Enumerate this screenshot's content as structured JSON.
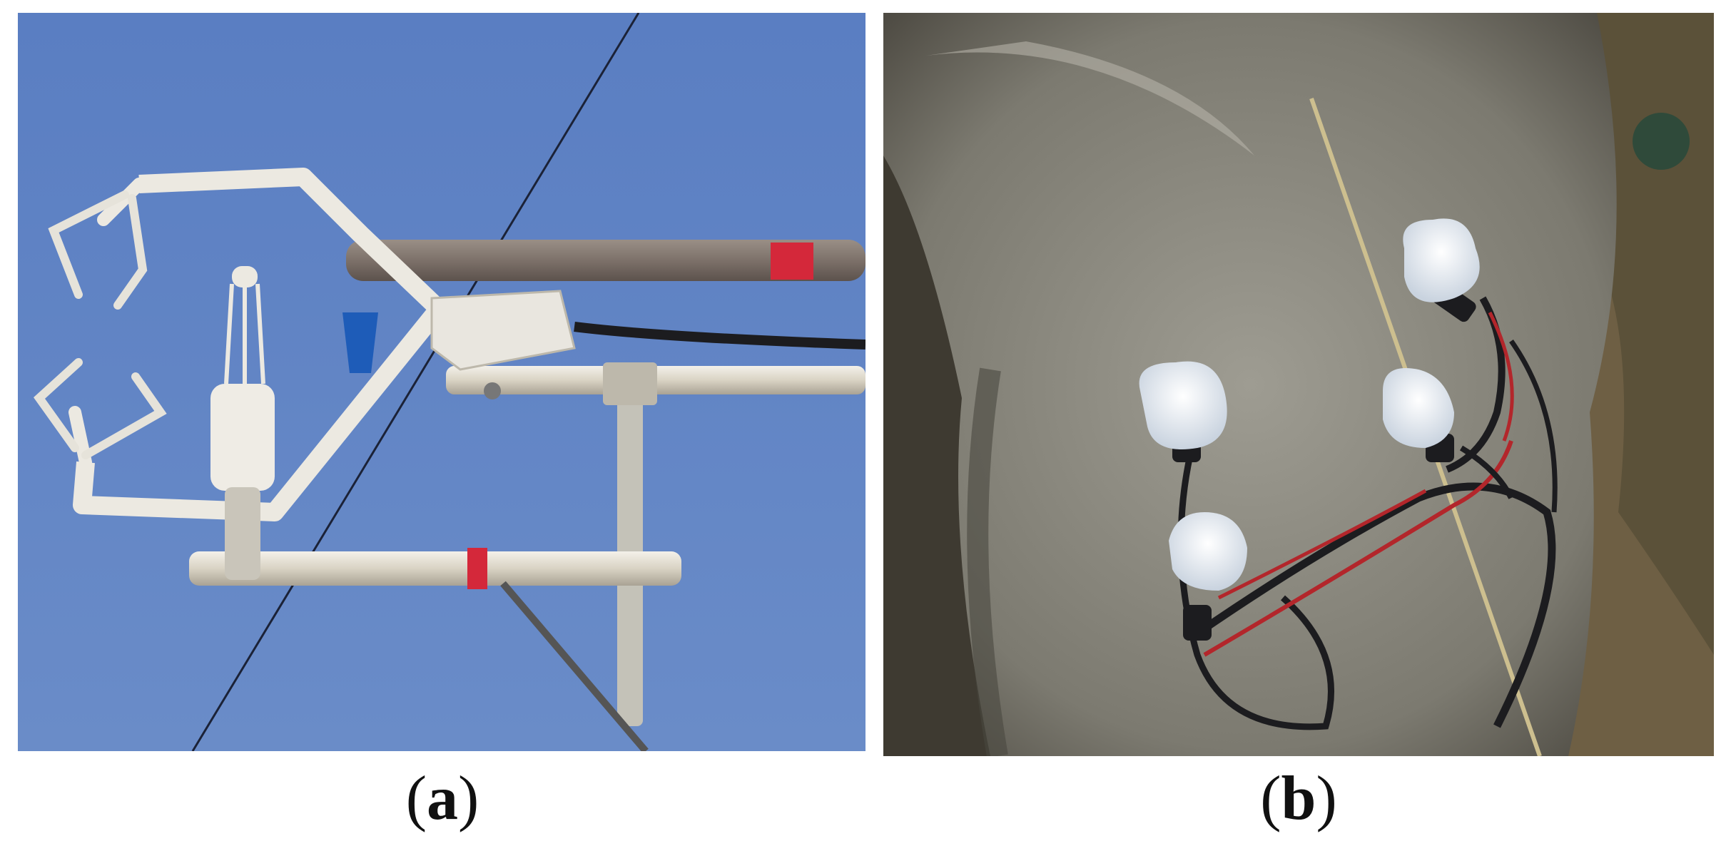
{
  "panels": [
    {
      "id": "a",
      "label": "a",
      "caption_open": "(",
      "caption_close": ")"
    },
    {
      "id": "b",
      "label": "b",
      "caption_open": "(",
      "caption_close": ")"
    }
  ],
  "colors": {
    "sky": "#5b7fc0",
    "bark": "#8e8c82",
    "sensor_wrap": "#e9eef3",
    "red_wire": "#b3262b",
    "black_cable": "#1c1c1f",
    "blue_cap": "#1e5cb8",
    "red_tape": "#d4283a"
  }
}
